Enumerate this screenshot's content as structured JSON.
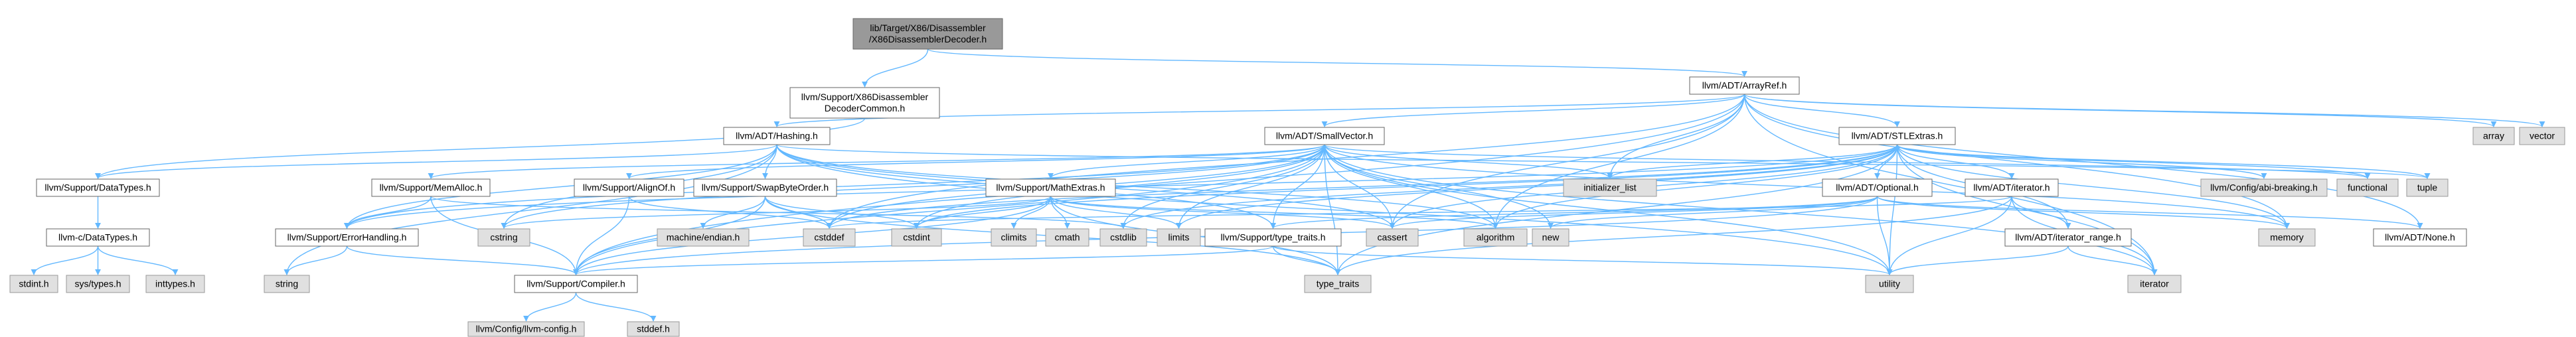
{
  "colors": {
    "edge": "#63b8ff",
    "node_border": "#666666",
    "node_fill": "#ffffff",
    "root_fill": "#999999",
    "system_fill": "#e0e0e0",
    "system_border": "#999999"
  },
  "nodes": [
    {
      "id": "root",
      "kind": "root",
      "lines": [
        "lib/Target/X86/Disassembler",
        "/X86DisassemblerDecoder.h"
      ]
    },
    {
      "id": "decodercommon",
      "kind": "header",
      "lines": [
        "llvm/Support/X86Disassembler",
        "DecoderCommon.h"
      ]
    },
    {
      "id": "arrayref",
      "kind": "header",
      "lines": [
        "llvm/ADT/ArrayRef.h"
      ]
    },
    {
      "id": "datatypes_h",
      "kind": "header",
      "lines": [
        "llvm/Support/DataTypes.h"
      ]
    },
    {
      "id": "hashing",
      "kind": "header",
      "lines": [
        "llvm/ADT/Hashing.h"
      ]
    },
    {
      "id": "smallvector",
      "kind": "header",
      "lines": [
        "llvm/ADT/SmallVector.h"
      ]
    },
    {
      "id": "stlextras",
      "kind": "header",
      "lines": [
        "llvm/ADT/STLExtras.h"
      ]
    },
    {
      "id": "array",
      "kind": "system",
      "lines": [
        "array"
      ]
    },
    {
      "id": "vector",
      "kind": "system",
      "lines": [
        "vector"
      ]
    },
    {
      "id": "c_datatypes",
      "kind": "header",
      "lines": [
        "llvm-c/DataTypes.h"
      ]
    },
    {
      "id": "memalloc",
      "kind": "header",
      "lines": [
        "llvm/Support/MemAlloc.h"
      ]
    },
    {
      "id": "alignof",
      "kind": "header",
      "lines": [
        "llvm/Support/AlignOf.h"
      ]
    },
    {
      "id": "swapbyteorder",
      "kind": "header",
      "lines": [
        "llvm/Support/SwapByteOrder.h"
      ]
    },
    {
      "id": "mathextras",
      "kind": "header",
      "lines": [
        "llvm/Support/MathExtras.h"
      ]
    },
    {
      "id": "initializer_list",
      "kind": "system",
      "lines": [
        "initializer_list"
      ]
    },
    {
      "id": "optional",
      "kind": "header",
      "lines": [
        "llvm/ADT/Optional.h"
      ]
    },
    {
      "id": "iterator_h",
      "kind": "header",
      "lines": [
        "llvm/ADT/iterator.h"
      ]
    },
    {
      "id": "abi_breaking",
      "kind": "system",
      "lines": [
        "llvm/Config/abi-breaking.h"
      ]
    },
    {
      "id": "functional",
      "kind": "system",
      "lines": [
        "functional"
      ]
    },
    {
      "id": "tuple",
      "kind": "system",
      "lines": [
        "tuple"
      ]
    },
    {
      "id": "stdint_h",
      "kind": "system",
      "lines": [
        "stdint.h"
      ]
    },
    {
      "id": "sys_types",
      "kind": "system",
      "lines": [
        "sys/types.h"
      ]
    },
    {
      "id": "inttypes",
      "kind": "system",
      "lines": [
        "inttypes.h"
      ]
    },
    {
      "id": "errorhandling",
      "kind": "header",
      "lines": [
        "llvm/Support/ErrorHandling.h"
      ]
    },
    {
      "id": "cstring",
      "kind": "system",
      "lines": [
        "cstring"
      ]
    },
    {
      "id": "machine_endian",
      "kind": "system",
      "lines": [
        "machine/endian.h"
      ]
    },
    {
      "id": "cstddef",
      "kind": "system",
      "lines": [
        "cstddef"
      ]
    },
    {
      "id": "cstdint",
      "kind": "system",
      "lines": [
        "cstdint"
      ]
    },
    {
      "id": "climits",
      "kind": "system",
      "lines": [
        "climits"
      ]
    },
    {
      "id": "cmath",
      "kind": "system",
      "lines": [
        "cmath"
      ]
    },
    {
      "id": "cstdlib",
      "kind": "system",
      "lines": [
        "cstdlib"
      ]
    },
    {
      "id": "limits",
      "kind": "system",
      "lines": [
        "limits"
      ]
    },
    {
      "id": "type_traits_h",
      "kind": "header",
      "lines": [
        "llvm/Support/type_traits.h"
      ]
    },
    {
      "id": "cassert",
      "kind": "system",
      "lines": [
        "cassert"
      ]
    },
    {
      "id": "algorithm",
      "kind": "system",
      "lines": [
        "algorithm"
      ]
    },
    {
      "id": "new",
      "kind": "system",
      "lines": [
        "new"
      ]
    },
    {
      "id": "memory",
      "kind": "system",
      "lines": [
        "memory"
      ]
    },
    {
      "id": "none_h",
      "kind": "header",
      "lines": [
        "llvm/ADT/None.h"
      ]
    },
    {
      "id": "iterator_range",
      "kind": "header",
      "lines": [
        "llvm/ADT/iterator_range.h"
      ]
    },
    {
      "id": "string",
      "kind": "system",
      "lines": [
        "string"
      ]
    },
    {
      "id": "compiler",
      "kind": "header",
      "lines": [
        "llvm/Support/Compiler.h"
      ]
    },
    {
      "id": "type_traits",
      "kind": "system",
      "lines": [
        "type_traits"
      ]
    },
    {
      "id": "utility",
      "kind": "system",
      "lines": [
        "utility"
      ]
    },
    {
      "id": "iterator",
      "kind": "system",
      "lines": [
        "iterator"
      ]
    },
    {
      "id": "llvm_config",
      "kind": "system",
      "lines": [
        "llvm/Config/llvm-config.h"
      ]
    },
    {
      "id": "stddef_h",
      "kind": "system",
      "lines": [
        "stddef.h"
      ]
    }
  ],
  "edges": [
    [
      "root",
      "decodercommon"
    ],
    [
      "root",
      "arrayref"
    ],
    [
      "decodercommon",
      "datatypes_h"
    ],
    [
      "datatypes_h",
      "c_datatypes"
    ],
    [
      "c_datatypes",
      "stdint_h"
    ],
    [
      "c_datatypes",
      "sys_types"
    ],
    [
      "c_datatypes",
      "inttypes"
    ],
    [
      "arrayref",
      "hashing"
    ],
    [
      "arrayref",
      "smallvector"
    ],
    [
      "arrayref",
      "stlextras"
    ],
    [
      "arrayref",
      "array"
    ],
    [
      "arrayref",
      "vector"
    ],
    [
      "arrayref",
      "initializer_list"
    ],
    [
      "arrayref",
      "cstddef"
    ],
    [
      "arrayref",
      "cassert"
    ],
    [
      "arrayref",
      "algorithm"
    ],
    [
      "arrayref",
      "memory"
    ],
    [
      "arrayref",
      "none_h"
    ],
    [
      "arrayref",
      "iterator"
    ],
    [
      "arrayref",
      "compiler"
    ],
    [
      "hashing",
      "datatypes_h"
    ],
    [
      "hashing",
      "errorhandling"
    ],
    [
      "hashing",
      "swapbyteorder"
    ],
    [
      "hashing",
      "type_traits_h"
    ],
    [
      "hashing",
      "algorithm"
    ],
    [
      "hashing",
      "cassert"
    ],
    [
      "hashing",
      "cstring"
    ],
    [
      "hashing",
      "string"
    ],
    [
      "hashing",
      "tuple"
    ],
    [
      "hashing",
      "utility"
    ],
    [
      "smallvector",
      "compiler"
    ],
    [
      "smallvector",
      "errorhandling"
    ],
    [
      "smallvector",
      "memalloc"
    ],
    [
      "smallvector",
      "type_traits_h"
    ],
    [
      "smallvector",
      "algorithm"
    ],
    [
      "smallvector",
      "cassert"
    ],
    [
      "smallvector",
      "cstddef"
    ],
    [
      "smallvector",
      "cstdlib"
    ],
    [
      "smallvector",
      "cstring"
    ],
    [
      "smallvector",
      "functional"
    ],
    [
      "smallvector",
      "initializer_list"
    ],
    [
      "smallvector",
      "iterator"
    ],
    [
      "smallvector",
      "limits"
    ],
    [
      "smallvector",
      "memory"
    ],
    [
      "smallvector",
      "new"
    ],
    [
      "smallvector",
      "type_traits"
    ],
    [
      "smallvector",
      "utility"
    ],
    [
      "smallvector",
      "alignof"
    ],
    [
      "smallvector",
      "mathextras"
    ],
    [
      "smallvector",
      "cstdint"
    ],
    [
      "stlextras",
      "optional"
    ],
    [
      "stlextras",
      "iterator_h"
    ],
    [
      "stlextras",
      "iterator_range"
    ],
    [
      "stlextras",
      "abi_breaking"
    ],
    [
      "stlextras",
      "errorhandling"
    ],
    [
      "stlextras",
      "algorithm"
    ],
    [
      "stlextras",
      "cassert"
    ],
    [
      "stlextras",
      "cstddef"
    ],
    [
      "stlextras",
      "cstdint"
    ],
    [
      "stlextras",
      "cstdlib"
    ],
    [
      "stlextras",
      "functional"
    ],
    [
      "stlextras",
      "initializer_list"
    ],
    [
      "stlextras",
      "iterator"
    ],
    [
      "stlextras",
      "limits"
    ],
    [
      "stlextras",
      "memory"
    ],
    [
      "stlextras",
      "tuple"
    ],
    [
      "stlextras",
      "type_traits"
    ],
    [
      "stlextras",
      "utility"
    ],
    [
      "memalloc",
      "compiler"
    ],
    [
      "memalloc",
      "errorhandling"
    ],
    [
      "memalloc",
      "cstdlib"
    ],
    [
      "alignof",
      "compiler"
    ],
    [
      "alignof",
      "cstddef"
    ],
    [
      "swapbyteorder",
      "compiler"
    ],
    [
      "swapbyteorder",
      "cstddef"
    ],
    [
      "swapbyteorder",
      "cstdint"
    ],
    [
      "swapbyteorder",
      "type_traits"
    ],
    [
      "swapbyteorder",
      "machine_endian"
    ],
    [
      "mathextras",
      "compiler"
    ],
    [
      "mathextras",
      "algorithm"
    ],
    [
      "mathextras",
      "cassert"
    ],
    [
      "mathextras",
      "climits"
    ],
    [
      "mathextras",
      "cmath"
    ],
    [
      "mathextras",
      "cstdint"
    ],
    [
      "mathextras",
      "cstring"
    ],
    [
      "mathextras",
      "limits"
    ],
    [
      "mathextras",
      "type_traits"
    ],
    [
      "optional",
      "none_h"
    ],
    [
      "optional",
      "compiler"
    ],
    [
      "optional",
      "type_traits_h"
    ],
    [
      "optional",
      "cassert"
    ],
    [
      "optional",
      "memory"
    ],
    [
      "optional",
      "new"
    ],
    [
      "optional",
      "utility"
    ],
    [
      "iterator_h",
      "iterator_range"
    ],
    [
      "iterator_h",
      "cstddef"
    ],
    [
      "iterator_h",
      "iterator"
    ],
    [
      "iterator_h",
      "type_traits"
    ],
    [
      "iterator_h",
      "utility"
    ],
    [
      "iterator_range",
      "iterator"
    ],
    [
      "iterator_range",
      "utility"
    ],
    [
      "type_traits_h",
      "compiler"
    ],
    [
      "type_traits_h",
      "type_traits"
    ],
    [
      "type_traits_h",
      "utility"
    ],
    [
      "errorhandling",
      "compiler"
    ],
    [
      "errorhandling",
      "string"
    ],
    [
      "compiler",
      "llvm_config"
    ],
    [
      "compiler",
      "stddef_h"
    ]
  ]
}
